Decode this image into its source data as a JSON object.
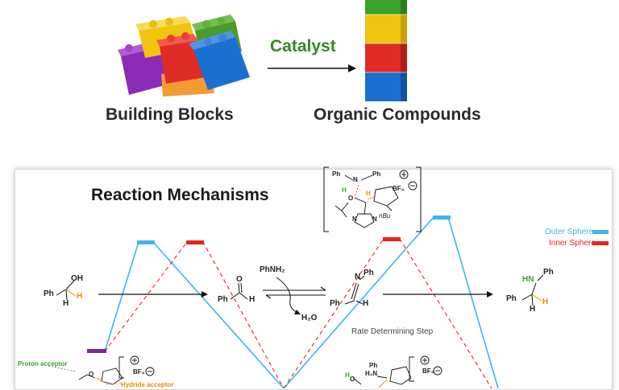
{
  "top": {
    "left_label": "Building Blocks",
    "arrow_label": "Catalyst",
    "right_label": "Organic Compounds"
  },
  "panel": {
    "title": "Reaction Mechanisms",
    "legend": [
      {
        "label": "Outer Sphere",
        "color": "#3bb7ea"
      },
      {
        "label": "Inner Sphere",
        "color": "#e8221f"
      }
    ],
    "rate_step": "Rate Determining Step",
    "reagent": "PhNH₂",
    "byproduct": "H₂O",
    "ts_counter": "BF₄",
    "ts_group": "nBu",
    "proton_acceptor": "Proton acceptor",
    "hydride_acceptor": "Hydride acceptor",
    "atoms": {
      "ph": "Ph",
      "h": "H",
      "oh": "OH",
      "o": "O",
      "n": "N",
      "hn": "HN",
      "h2n": "H₂N"
    }
  },
  "colors": {
    "outer": "#3bb7ea",
    "inner": "#e8221f",
    "start": "#7a2a98",
    "green": "#3aa12b",
    "orange": "#f08a00",
    "catalyst_green": "#2e8b1e"
  }
}
